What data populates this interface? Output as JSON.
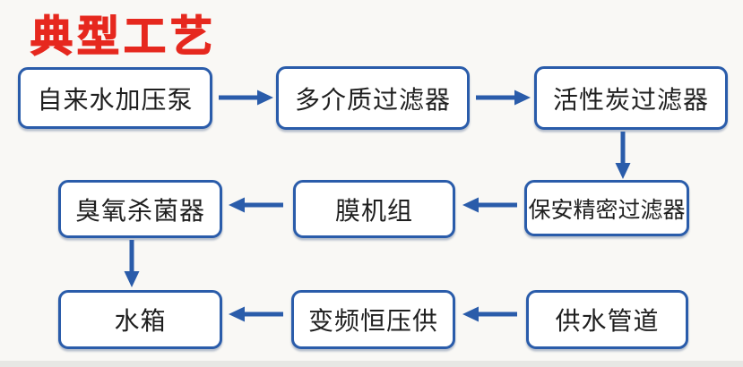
{
  "title": "典型工艺",
  "colors": {
    "title_red": "#e6281e",
    "flow_blue": "#2a5caa",
    "node_text": "#1f1f1f",
    "background": "#f9f8f5"
  },
  "flow": {
    "nodes": [
      {
        "label": "自来水加压泵"
      },
      {
        "label": "多介质过滤器"
      },
      {
        "label": "活性炭过滤器"
      },
      {
        "label": "保安精密过滤器"
      },
      {
        "label": "膜机组"
      },
      {
        "label": "臭氧杀菌器"
      },
      {
        "label": "水箱"
      },
      {
        "label": "变频恒压供"
      },
      {
        "label": "供水管道"
      }
    ],
    "edges": [
      {
        "from": "自来水加压泵",
        "to": "多介质过滤器",
        "direction": "right"
      },
      {
        "from": "多介质过滤器",
        "to": "活性炭过滤器",
        "direction": "right"
      },
      {
        "from": "活性炭过滤器",
        "to": "保安精密过滤器",
        "direction": "down"
      },
      {
        "from": "保安精密过滤器",
        "to": "膜机组",
        "direction": "left"
      },
      {
        "from": "膜机组",
        "to": "臭氧杀菌器",
        "direction": "left"
      },
      {
        "from": "臭氧杀菌器",
        "to": "水箱",
        "direction": "down"
      },
      {
        "from": "供水管道",
        "to": "变频恒压供",
        "direction": "left"
      },
      {
        "from": "变频恒压供",
        "to": "水箱",
        "direction": "left"
      }
    ]
  }
}
